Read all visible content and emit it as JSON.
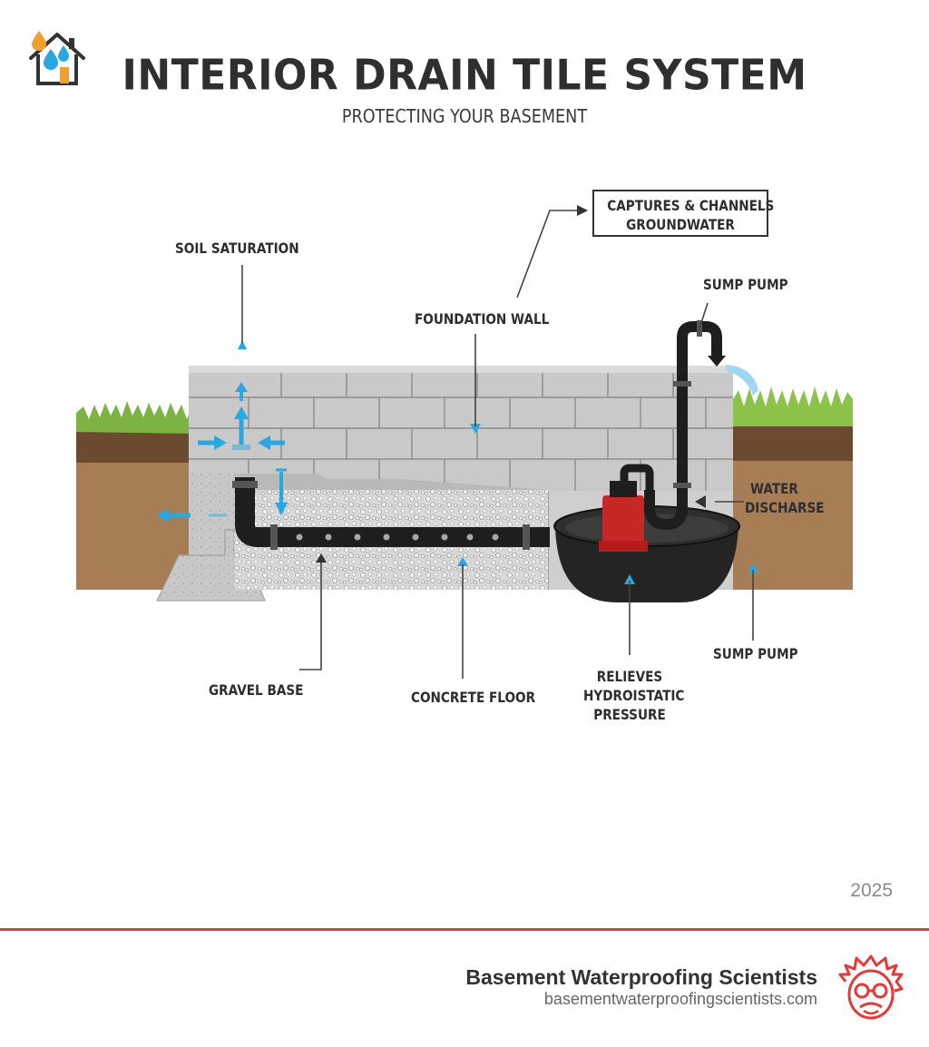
{
  "header": {
    "title": "INTERIOR DRAIN TILE SYSTEM",
    "subtitle": "PROTECTING YOUR BASEMENT"
  },
  "labels": {
    "soil_saturation": "SOIL SATURATION",
    "foundation_wall": "FOUNDATION WALL",
    "callout_line1": "CAPTURES & CHANNELS",
    "callout_line2": "GROUNDWATER",
    "sump_pump_top": "SUMP PUMP",
    "water_discharge_line1": "WATER",
    "water_discharge_line2": "DISCHARSE",
    "sump_pump_bottom": "SUMP PUMP",
    "gravel_base": "GRAVEL BASE",
    "concrete_floor": "CONCRETE FLOOR",
    "relieves_line1": "RELIEVES",
    "relieves_line2": "HYDROISTATIC",
    "relieves_line3": "PRESSURE"
  },
  "footer": {
    "year": "2025",
    "company": "Basement Waterproofing Scientists",
    "website": "basementwaterproofingscientists.com"
  },
  "icons": {
    "top_logo": "house-water-drops-icon",
    "bottom_logo": "scientist-face-icon"
  },
  "colors": {
    "accent_red": "#e53935",
    "water_blue": "#29a8e0",
    "pipe_black": "#1e1e1e",
    "pump_red": "#c62828"
  }
}
